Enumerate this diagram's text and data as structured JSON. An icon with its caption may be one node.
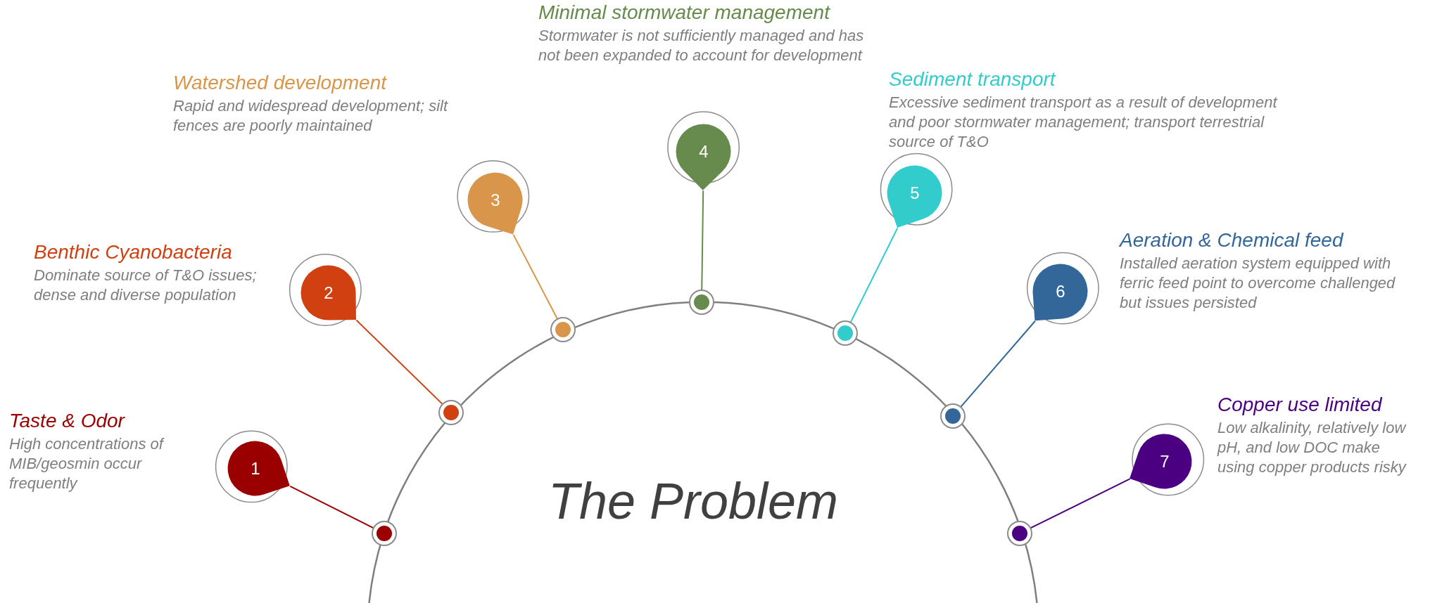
{
  "diagram": {
    "title": "The Problem",
    "nodes": [
      {
        "text": [
          "1"
        ],
        "beside": [
          "Taste & Odor",
          "High concentrations of MIB/geosmin occur frequently"
        ]
      },
      {
        "text": [],
        "shape": "circle"
      },
      {
        "text": [
          "2"
        ],
        "beside": [
          "Benthic Cyanobacteria",
          "Dominate source of T&O issues; dense and diverse population"
        ]
      },
      {
        "text": [],
        "shape": "circle"
      },
      {
        "text": [
          "3"
        ],
        "beside": [
          "Watershed development",
          "Rapid and widespread development; silt fences are poorly maintained"
        ]
      },
      {
        "text": [],
        "shape": "circle"
      },
      {
        "text": [
          "4"
        ],
        "beside": [
          "Minimal stormwater management",
          "Stormwater is not sufficiently managed and has not been expanded to account for development"
        ]
      },
      {
        "text": [],
        "shape": "circle"
      },
      {
        "text": [
          "5"
        ],
        "beside": [
          "Sediment transport",
          "Excessive sediment transport as a result of development and poor stormwater management; transport terrestrial source of T&O"
        ]
      },
      {
        "text": [],
        "shape": "circle"
      },
      {
        "text": [
          "6"
        ],
        "beside": [
          "Aeration & Chemical feed",
          "Installed aeration system equipped with ferric feed point to overcome challenged but issues persisted"
        ]
      },
      {
        "text": [],
        "shape": "circle"
      },
      {
        "text": [
          "7"
        ],
        "beside": [
          "Copper use limited",
          "Low alkalinity, relatively low pH, and low DOC make using copper products risky"
        ]
      },
      {
        "text": [],
        "shape": "circle"
      }
    ],
    "edges": [
      {
        "from": 0,
        "to": 1,
        "arrow": "none",
        "color": "#9b0000"
      },
      {
        "from": 2,
        "to": 3,
        "arrow": "none",
        "color": "#d04010"
      },
      {
        "from": 4,
        "to": 5,
        "arrow": "none",
        "color": "#d9964a"
      },
      {
        "from": 6,
        "to": 7,
        "arrow": "none",
        "color": "#678a4d"
      },
      {
        "from": 8,
        "to": 9,
        "arrow": "none",
        "color": "#33cccc"
      },
      {
        "from": 10,
        "to": 11,
        "arrow": "none",
        "color": "#336699"
      },
      {
        "from": 12,
        "to": 13,
        "arrow": "none",
        "color": "#4b0082"
      }
    ]
  }
}
